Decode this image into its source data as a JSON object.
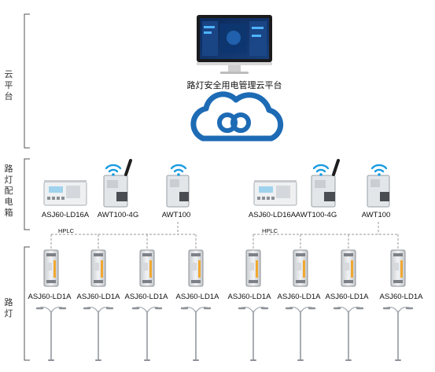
{
  "sections": {
    "cloud": "云平台",
    "box": "路灯配电箱",
    "lamp": "路灯"
  },
  "platform_title": "路灯安全用电管理云平台",
  "groups": [
    {
      "meter": "ASJ60-LD16A",
      "gateway": "AWT100-4G",
      "module": "AWT100",
      "bus": "HPLC",
      "lamps": [
        "ASJ60-LD1A",
        "ASJ60-LD1A",
        "ASJ60-LD1A",
        "ASJ60-LD1A"
      ]
    },
    {
      "meter": "ASJ60-LD16A",
      "gateway": "AWT100-4G",
      "module": "AWT100",
      "bus": "HPLC",
      "lamps": [
        "ASJ60-LD1A",
        "ASJ60-LD1A",
        "ASJ60-LD1A",
        "ASJ60-LD1A"
      ]
    }
  ],
  "colors": {
    "cloud": "#1d6bb5",
    "wifi": "#1a9be0",
    "bracket": "#555555",
    "dashed": "#9a9a9a",
    "module_stripe": "#f0a830"
  }
}
